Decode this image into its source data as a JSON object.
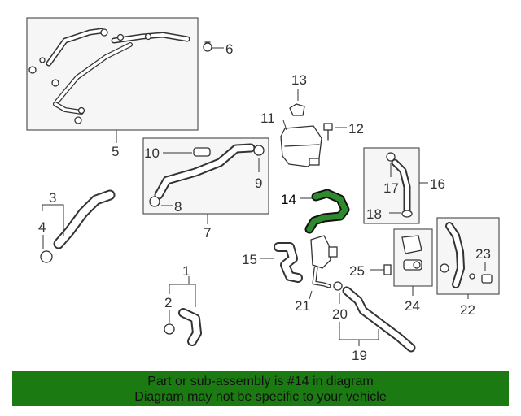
{
  "diagram": {
    "highlighted_part": "14",
    "callouts": [
      "1",
      "2",
      "3",
      "4",
      "5",
      "6",
      "7",
      "8",
      "9",
      "10",
      "11",
      "12",
      "13",
      "14",
      "15",
      "16",
      "17",
      "18",
      "19",
      "20",
      "21",
      "22",
      "23",
      "24",
      "25"
    ]
  },
  "banner": {
    "line1": "Part or sub-assembly is #14 in diagram",
    "line2": "Diagram may not be specific to your vehicle",
    "background": "#1c7a12"
  },
  "colors": {
    "highlight": "#2d8a2d",
    "line_art": "#333333"
  }
}
